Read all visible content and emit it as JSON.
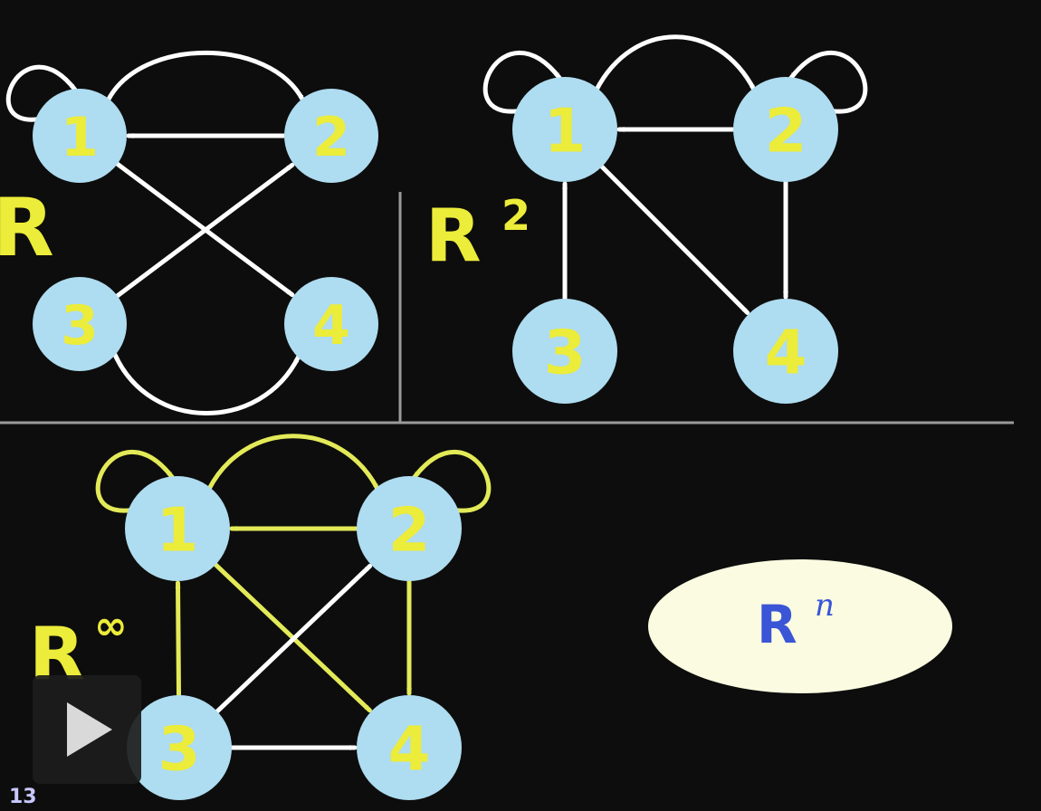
{
  "colors": {
    "node_fill": "#aedcf0",
    "node_text": "#ecec3a",
    "label_yellow": "#ecec3a",
    "edge_white": "#ffffff",
    "edge_yellow": "#e3ea58",
    "divider": "#9a9a9a",
    "ellipse_fill": "#fbfbe1",
    "ellipse_text": "#3a55d6",
    "slide_number": "#c8c8ff"
  },
  "graphs": [
    {
      "id": "r",
      "label": "R",
      "superscript": "",
      "nodes": [
        {
          "id": "1",
          "label": "1"
        },
        {
          "id": "2",
          "label": "2"
        },
        {
          "id": "3",
          "label": "3"
        },
        {
          "id": "4",
          "label": "4"
        }
      ],
      "edges": [
        {
          "from": "1",
          "to": "1",
          "color": "white"
        },
        {
          "from": "1",
          "to": "2",
          "color": "white"
        },
        {
          "from": "2",
          "to": "1",
          "color": "white"
        },
        {
          "from": "1",
          "to": "4",
          "color": "white"
        },
        {
          "from": "3",
          "to": "2",
          "color": "white"
        },
        {
          "from": "3",
          "to": "4",
          "color": "white"
        }
      ]
    },
    {
      "id": "r2",
      "label": "R",
      "superscript": "2",
      "nodes": [
        {
          "id": "1",
          "label": "1"
        },
        {
          "id": "2",
          "label": "2"
        },
        {
          "id": "3",
          "label": "3"
        },
        {
          "id": "4",
          "label": "4"
        }
      ],
      "edges": [
        {
          "from": "1",
          "to": "1",
          "color": "white"
        },
        {
          "from": "1",
          "to": "2",
          "color": "white"
        },
        {
          "from": "2",
          "to": "2",
          "color": "white"
        },
        {
          "from": "2",
          "to": "1",
          "color": "white"
        },
        {
          "from": "3",
          "to": "1",
          "color": "white"
        },
        {
          "from": "1",
          "to": "4",
          "color": "white"
        },
        {
          "from": "2",
          "to": "4",
          "color": "white"
        }
      ]
    },
    {
      "id": "rinf",
      "label": "R",
      "superscript": "∞",
      "nodes": [
        {
          "id": "1",
          "label": "1"
        },
        {
          "id": "2",
          "label": "2"
        },
        {
          "id": "3",
          "label": "3"
        },
        {
          "id": "4",
          "label": "4"
        }
      ],
      "edges": [
        {
          "from": "1",
          "to": "1",
          "color": "yellow"
        },
        {
          "from": "1",
          "to": "2",
          "color": "yellow"
        },
        {
          "from": "2",
          "to": "2",
          "color": "yellow"
        },
        {
          "from": "2",
          "to": "1",
          "color": "yellow"
        },
        {
          "from": "3",
          "to": "1",
          "color": "yellow"
        },
        {
          "from": "1",
          "to": "4",
          "color": "yellow"
        },
        {
          "from": "2",
          "to": "4",
          "color": "yellow"
        },
        {
          "from": "3",
          "to": "2",
          "color": "white"
        },
        {
          "from": "3",
          "to": "4",
          "color": "white"
        }
      ]
    }
  ],
  "rn": {
    "label": "R",
    "superscript": "n"
  },
  "player": {
    "icon": "play-icon"
  },
  "slide_number": "13"
}
